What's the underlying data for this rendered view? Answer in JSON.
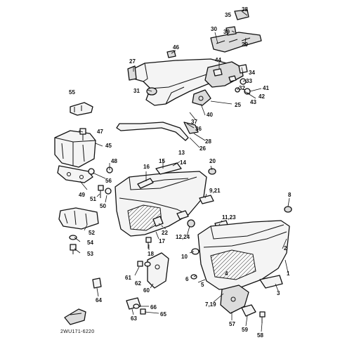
{
  "diagram": {
    "drawing_code": "2WU171-6220",
    "callouts": {
      "c1": "1",
      "c2": "2",
      "c3": "3",
      "c4": "4",
      "c5": "5",
      "c6": "6",
      "c7_19": "7,19",
      "c8": "8",
      "c9_21": "9,21",
      "c10": "10",
      "c11_23": "11,23",
      "c12_24": "12,24",
      "c13": "13",
      "c14": "14",
      "c15": "15",
      "c16": "16",
      "c17": "17",
      "c18": "18",
      "c20": "20",
      "c22": "22",
      "c25": "25",
      "c26": "26",
      "c27": "27",
      "c28": "28",
      "c29": "29",
      "c30": "30",
      "c31": "31",
      "c32": "32",
      "c33": "33",
      "c34": "34",
      "c35": "35",
      "c36": "36",
      "c37": "37",
      "c38": "38",
      "c39": "39",
      "c40": "40",
      "c41": "41",
      "c42": "42",
      "c43": "43",
      "c44": "44",
      "c45": "45",
      "c46": "46",
      "c47": "47",
      "c48": "48",
      "c49": "49",
      "c50": "50",
      "c51": "51",
      "c52": "52",
      "c53": "53",
      "c54": "54",
      "c55": "55",
      "c56": "56",
      "c57": "57",
      "c58": "58",
      "c59": "59",
      "c60": "60",
      "c61": "61",
      "c62": "62",
      "c63": "63",
      "c64": "64",
      "c65": "65",
      "c66": "66"
    }
  }
}
